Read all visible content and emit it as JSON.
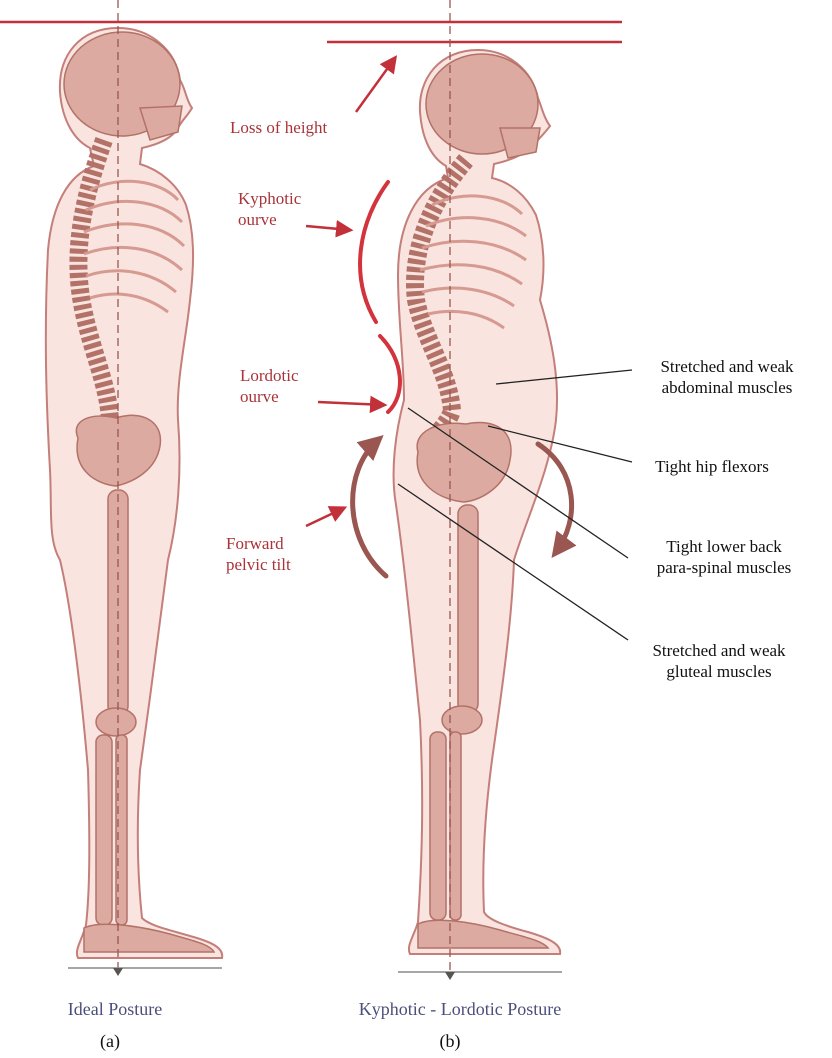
{
  "colors": {
    "skin": "#f9e4e0",
    "outline": "#c47f7a",
    "bone": "#dcaaa0",
    "bone_dark": "#b37268",
    "accent_red": "#c2303a",
    "arrow_brown": "#9a5650",
    "label_red": "#a8343a",
    "caption_blue": "#4a4f7a"
  },
  "left_figure": {
    "caption": "Ideal Posture",
    "sublabel": "(a)"
  },
  "right_figure": {
    "caption": "Kyphotic - Lordotic Posture",
    "sublabel": "(b)"
  },
  "annotations_left": {
    "loss_of_height": "Loss of height",
    "kyphotic": "Kyphotic\nourve",
    "lordotic": "Lordotic\nourve",
    "pelvic_tilt": "Forward\npelvic tilt"
  },
  "annotations_right": {
    "abdominal": "Stretched and weak\nabdominal muscles",
    "hip_flexors": "Tight hip flexors",
    "lower_back": "Tight lower back\npara-spinal muscles",
    "gluteal": "Stretched and weak\ngluteal muscles"
  },
  "icons": {
    "arrow": "arrow-icon",
    "curve": "curve-marker-icon"
  }
}
